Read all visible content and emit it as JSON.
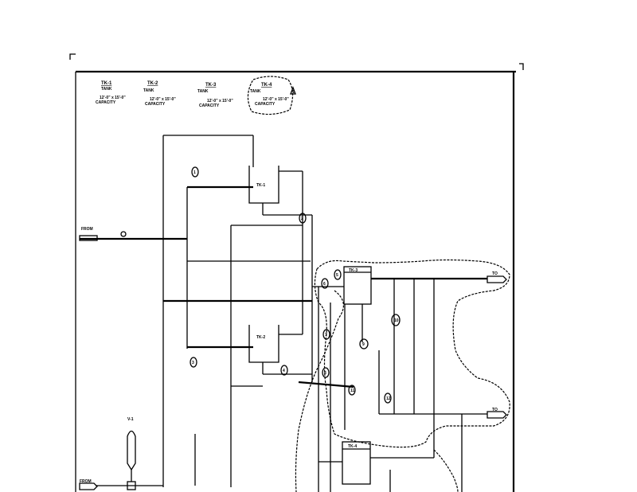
{
  "title_block": {
    "equipment": [
      {
        "tag": "TK-1",
        "desc": "TANK",
        "size": "12'-0\" x 15'-0\"",
        "capacity": "CAPACITY"
      },
      {
        "tag": "TK-2",
        "desc": "TANK",
        "size": "12'-0\" x 15'-0\"",
        "capacity": "CAPACITY"
      },
      {
        "tag": "TK-3",
        "desc": "TANK",
        "size": "12'-0\" x 15'-0\"",
        "capacity": "CAPACITY"
      },
      {
        "tag": "TK-4",
        "desc": "TANK",
        "size": "12'-0\" x 15'-0\"",
        "capacity": "CAPACITY"
      }
    ],
    "revision_mark": "1"
  },
  "tanks": {
    "upper": "TK-1",
    "lower": "TK-2",
    "right_upper": "TK-3",
    "right_lower": "TK-4",
    "vessel": "V-1"
  },
  "streams": {
    "inlet_main": "FROM",
    "inlet_bottom": "FROM",
    "outlet_upper": "TO",
    "outlet_lower": "TO"
  },
  "instruments": [
    "1",
    "2",
    "3",
    "4",
    "5",
    "6",
    "7",
    "8",
    "9",
    "10",
    "11",
    "12"
  ]
}
